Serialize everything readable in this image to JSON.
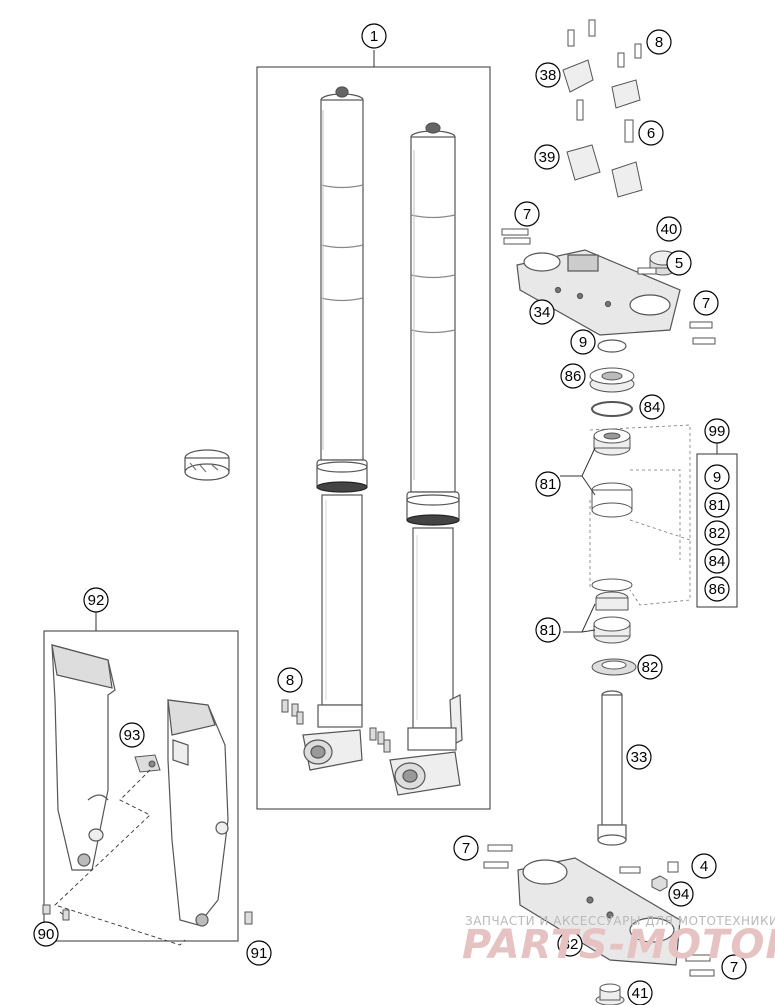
{
  "diagram": {
    "callouts": {
      "c1": "1",
      "c8a": "8",
      "c38": "38",
      "c6": "6",
      "c39": "39",
      "c7a": "7",
      "c40": "40",
      "c5": "5",
      "c34": "34",
      "c7b": "7",
      "c9a": "9",
      "c86a": "86",
      "c84a": "84",
      "c81a": "81",
      "c81b": "81",
      "c82a": "82",
      "c33": "33",
      "c99": "99",
      "c9b": "9",
      "c81c": "81",
      "c82b": "82",
      "c84b": "84",
      "c86b": "86",
      "c92": "92",
      "c93": "93",
      "c8b": "8",
      "c90": "90",
      "c91": "91",
      "c7c": "7",
      "c4": "4",
      "c94": "94",
      "c32": "32",
      "c7d": "7",
      "c41": "41"
    },
    "watermark": {
      "caption": "ЗАПЧАСТИ И АКСЕССУАРЫ ДЛЯ МОТОТЕХНИКИ",
      "brand": "PARTS-MOTOR.RU"
    }
  }
}
